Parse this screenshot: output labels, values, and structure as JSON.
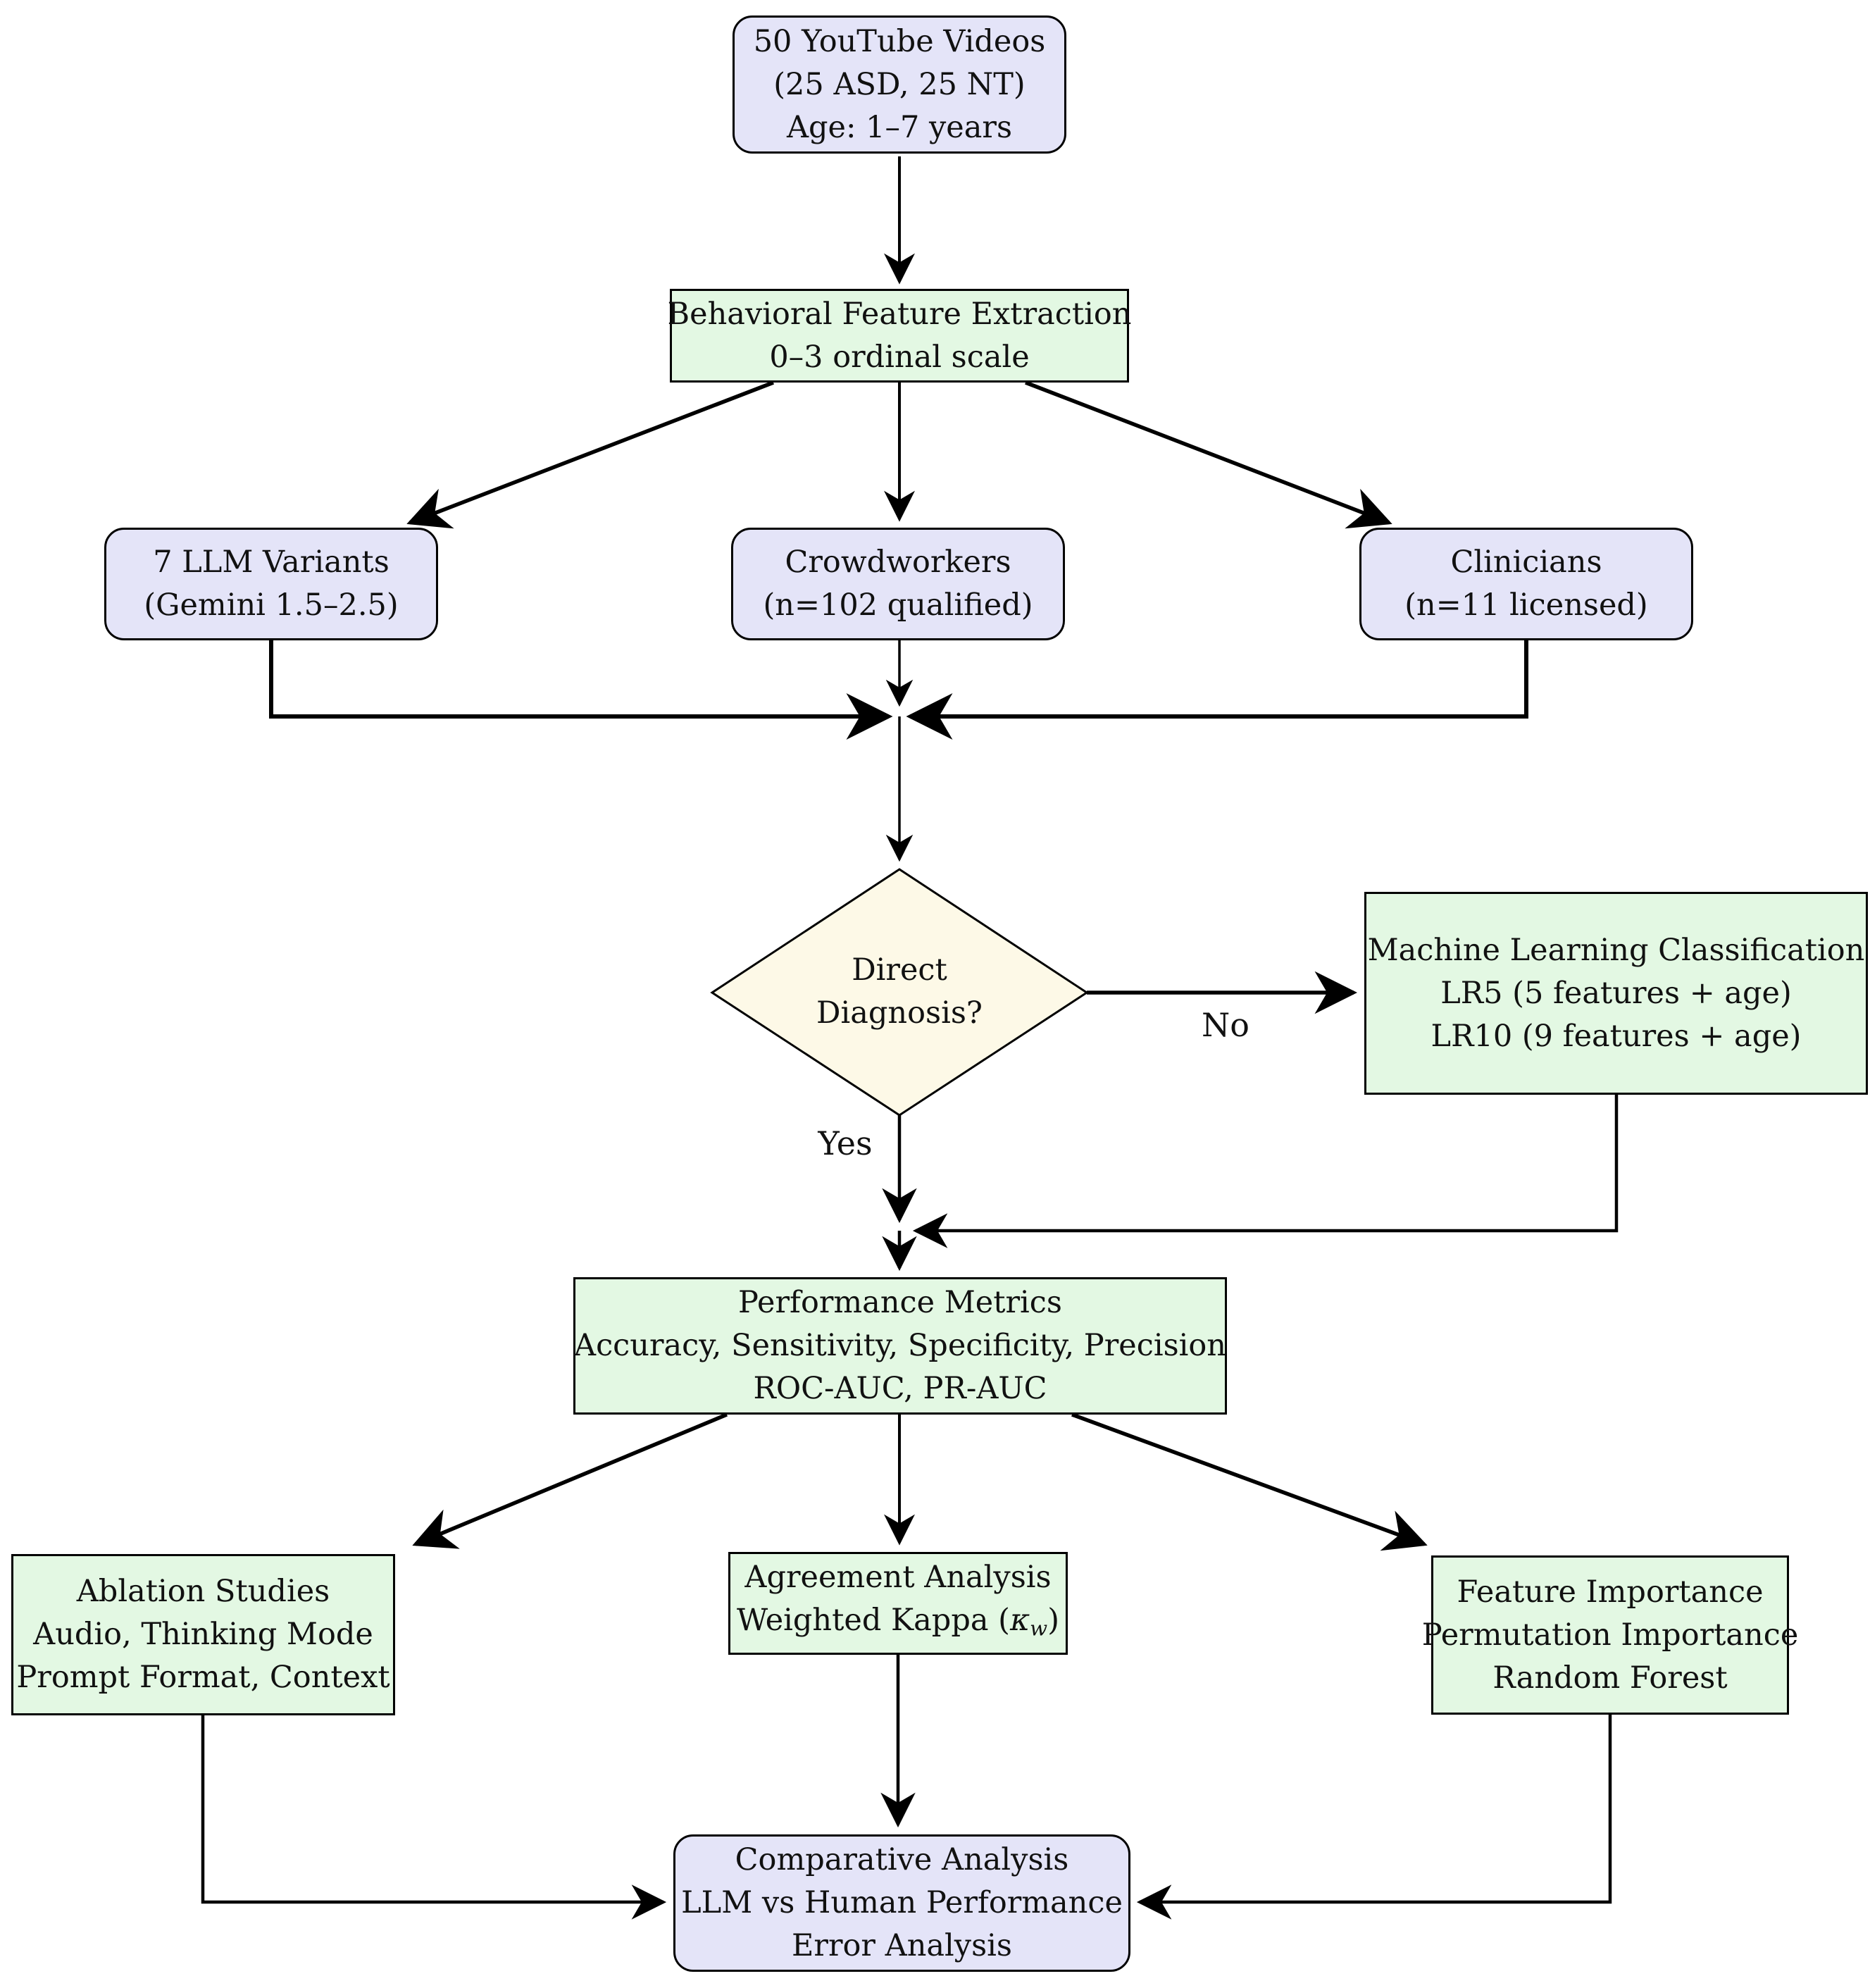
{
  "title": "ASD screening study flowchart",
  "colors": {
    "data_node_fill": "#e4e4f8",
    "process_node_fill": "#e3f8e3",
    "decision_node_fill": "#fdf9e7",
    "line_color": "#000000"
  },
  "nodes": {
    "videos": {
      "lines": [
        "50 YouTube Videos",
        "(25 ASD, 25 NT)",
        "Age: 1–7 years"
      ]
    },
    "feature_extraction": {
      "lines": [
        "Behavioral Feature Extraction",
        "0–3 ordinal scale"
      ]
    },
    "llm_variants": {
      "lines": [
        "7 LLM Variants",
        "(Gemini 1.5–2.5)"
      ]
    },
    "crowdworkers": {
      "lines": [
        "Crowdworkers",
        "(n=102 qualified)"
      ]
    },
    "clinicians": {
      "lines": [
        "Clinicians",
        "(n=11 licensed)"
      ]
    },
    "decision": {
      "lines": [
        "Direct",
        "Diagnosis?"
      ]
    },
    "ml_classification": {
      "lines": [
        "Machine Learning Classification",
        "LR5 (5 features + age)",
        "LR10 (9 features + age)"
      ]
    },
    "performance_metrics": {
      "lines": [
        "Performance Metrics",
        "Accuracy, Sensitivity, Specificity, Precision",
        "ROC-AUC, PR-AUC"
      ]
    },
    "ablation": {
      "lines": [
        "Ablation Studies",
        "Audio, Thinking Mode",
        "Prompt Format, Context"
      ]
    },
    "agreement": {
      "line1": "Agreement Analysis",
      "line2_prefix": "Weighted Kappa (",
      "line2_kappa": "κ",
      "line2_sub": "w",
      "line2_suffix": ")"
    },
    "feature_importance": {
      "lines": [
        "Feature Importance",
        "Permutation Importance",
        "Random Forest"
      ]
    },
    "comparative": {
      "lines": [
        "Comparative Analysis",
        "LLM vs Human Performance",
        "Error Analysis"
      ]
    }
  },
  "edge_labels": {
    "yes": "Yes",
    "no": "No"
  }
}
